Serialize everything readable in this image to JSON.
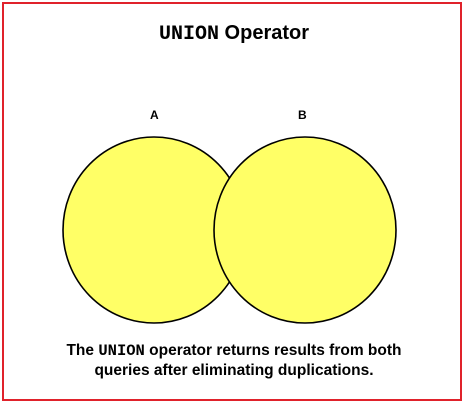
{
  "title": {
    "keyword": "UNION",
    "rest": " Operator"
  },
  "sets": {
    "a_label": "A",
    "b_label": "B"
  },
  "colors": {
    "frame": "#e0222b",
    "circle_fill": "#ffff66",
    "circle_stroke": "#000000"
  },
  "caption": {
    "prefix": "The ",
    "keyword": "UNION",
    "suffix": " operator returns results from both",
    "line2": "queries after eliminating duplications."
  }
}
